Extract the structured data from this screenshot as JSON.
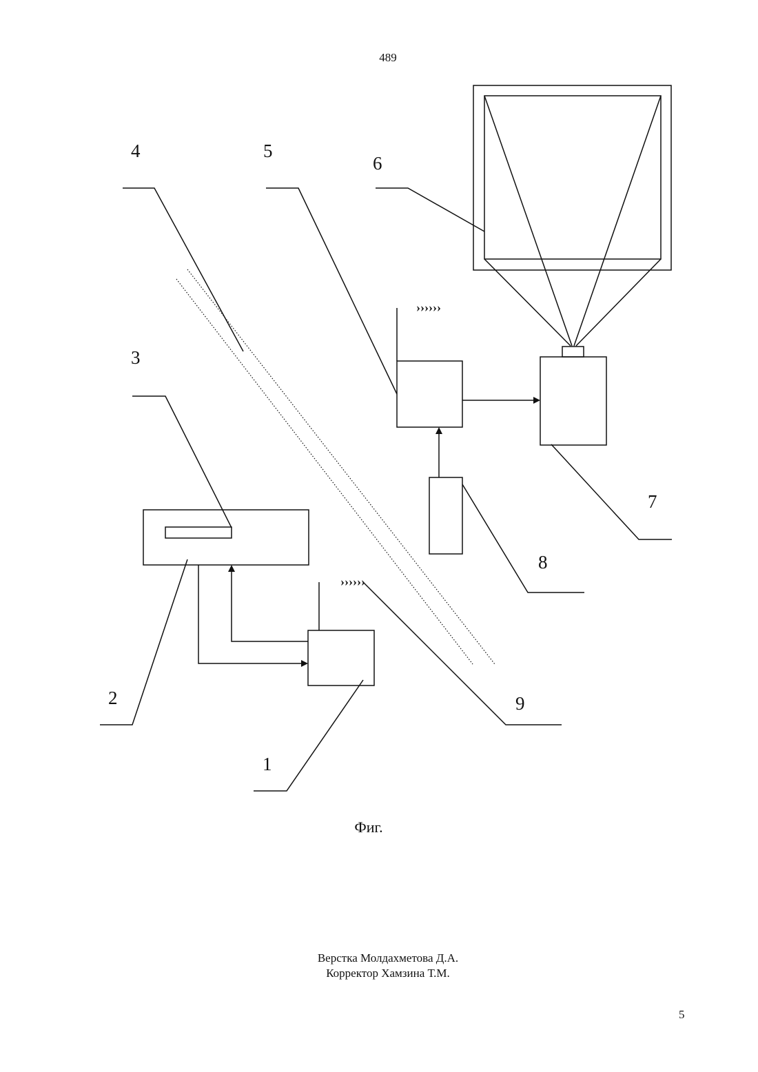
{
  "header": {
    "page_number": "489"
  },
  "figure": {
    "caption": "Фиг.",
    "labels": {
      "c1": "1",
      "c2": "2",
      "c3": "3",
      "c4": "4",
      "c5": "5",
      "c6": "6",
      "c7": "7",
      "c8": "8",
      "c9": "9"
    },
    "wave_marks": {
      "upper": "››››››",
      "lower": "››››››"
    }
  },
  "footer": {
    "layout_credit": "Верстка Молдахметова Д.А.",
    "proofreader_credit": "Корректор Хамзина Т.М.",
    "page_number": "5"
  }
}
